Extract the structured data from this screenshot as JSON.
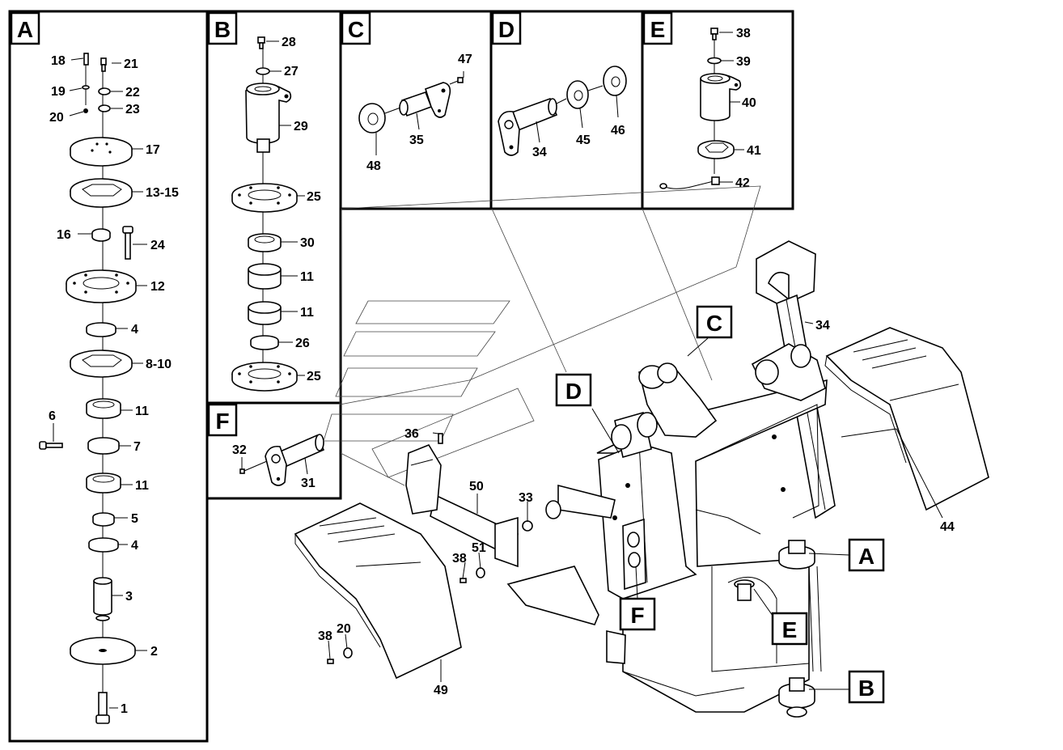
{
  "panels": [
    {
      "id": "A",
      "label": "A"
    },
    {
      "id": "B",
      "label": "B"
    },
    {
      "id": "C",
      "label": "C"
    },
    {
      "id": "D",
      "label": "D"
    },
    {
      "id": "E",
      "label": "E"
    },
    {
      "id": "F",
      "label": "F"
    }
  ],
  "callouts": {
    "c_A": "A",
    "c_B": "B",
    "c_C": "C",
    "c_D": "D",
    "c_E": "E",
    "c_F": "F"
  },
  "part_labels": {
    "a18": "18",
    "a21": "21",
    "a19": "19",
    "a22": "22",
    "a20": "20",
    "a23": "23",
    "a17": "17",
    "a13": "13-15",
    "a16": "16",
    "a24": "24",
    "a12": "12",
    "a4a": "4",
    "a8": "8-10",
    "a11a": "11",
    "a6": "6",
    "a7": "7",
    "a11b": "11",
    "a5": "5",
    "a4b": "4",
    "a3": "3",
    "a2": "2",
    "a1": "1",
    "b28": "28",
    "b27": "27",
    "b29": "29",
    "b25a": "25",
    "b30": "30",
    "b11a": "11",
    "b11b": "11",
    "b26": "26",
    "b25b": "25",
    "c47": "47",
    "c35": "35",
    "c48": "48",
    "d34": "34",
    "d45": "45",
    "d46": "46",
    "e38": "38",
    "e39": "39",
    "e40": "40",
    "e41": "41",
    "e42": "42",
    "f32": "32",
    "f31": "31",
    "m34": "34",
    "m44": "44",
    "m36": "36",
    "m50": "50",
    "m33": "33",
    "m38a": "38",
    "m51": "51",
    "m38b": "38",
    "m20": "20",
    "m49": "49"
  }
}
